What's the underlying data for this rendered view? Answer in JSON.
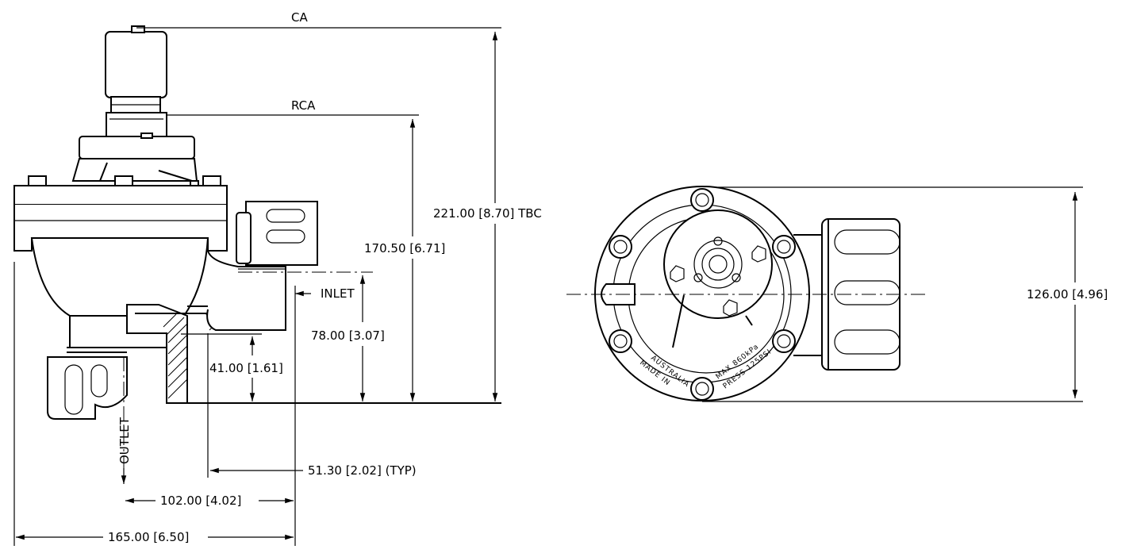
{
  "labels": {
    "ca": "CA",
    "rca": "RCA",
    "inlet": "INLET",
    "outlet": "OUTLET",
    "mark_made_in": "MADE IN",
    "mark_country": "AUSTRALIA",
    "mark_max": "MAX  860kPa",
    "mark_press": "PRESS  125PSI"
  },
  "dimensions": {
    "overall_height": "221.00  [8.70]  TBC",
    "rca_height": "170.50  [6.71]",
    "inlet_height": "78.00  [3.07]",
    "outlet_height": "41.00  [1.61]",
    "port_offset": "51.30  [2.02]  (TYP)",
    "inlet_outlet_distance": "102.00  [4.02]",
    "overall_length": "165.00  [6.50]",
    "body_width": "126.00  [4.96]"
  }
}
